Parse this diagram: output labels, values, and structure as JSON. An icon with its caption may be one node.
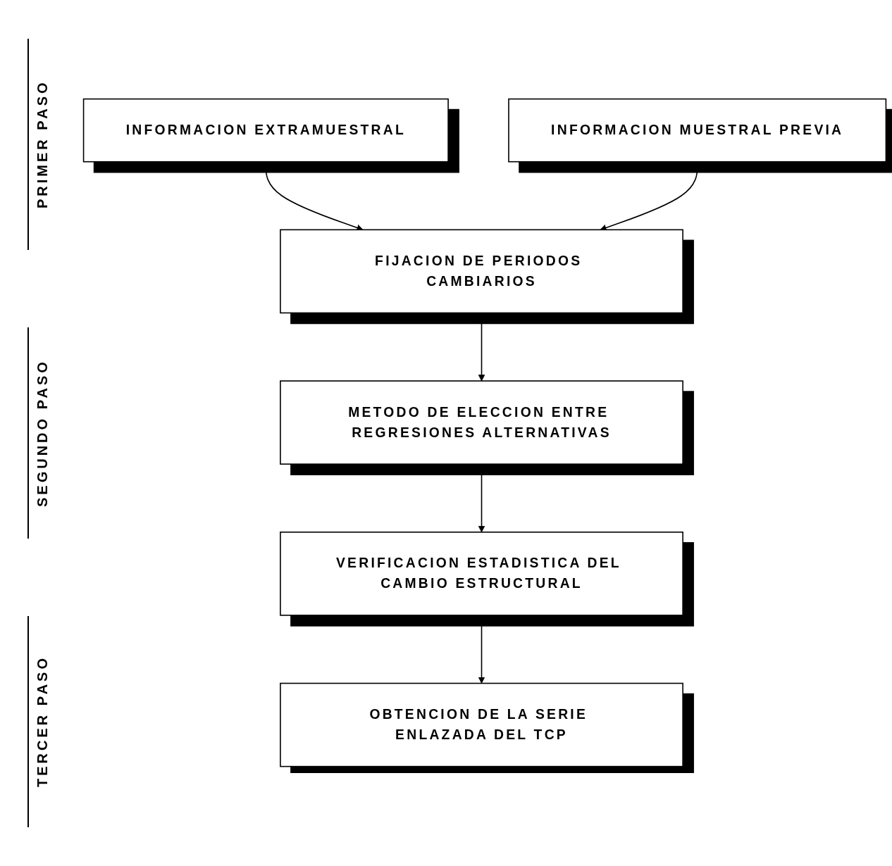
{
  "diagram": {
    "nodes": [
      {
        "text": [
          "INFORMACION EXTRAMUESTRAL"
        ]
      },
      {
        "text": [
          "INFORMACION MUESTRAL PREVIA"
        ]
      },
      {
        "text": [
          "FIJACION DE PERIODOS CAMBIARIOS"
        ]
      },
      {
        "text": [
          "METODO DE ELECCION ENTRE REGRESIONES ALTERNATIVAS"
        ]
      },
      {
        "text": [
          "VERIFICACION ESTADISTICA DEL CAMBIO ESTRUCTURAL"
        ]
      },
      {
        "text": [
          "OBTENCION DE LA SERIE ENLAZADA DEL TCP"
        ]
      }
    ],
    "edges": [
      {
        "from": 0,
        "to": 2,
        "arrow": "to"
      },
      {
        "from": 1,
        "to": 2,
        "arrow": "to"
      },
      {
        "from": 2,
        "to": 3,
        "arrow": "to"
      },
      {
        "from": 3,
        "to": 4,
        "arrow": "to"
      },
      {
        "from": 4,
        "to": 5,
        "arrow": "to"
      }
    ],
    "labels": [
      "PRIMER PASO",
      "SEGUNDO PASO",
      "TERCER PASO"
    ]
  }
}
